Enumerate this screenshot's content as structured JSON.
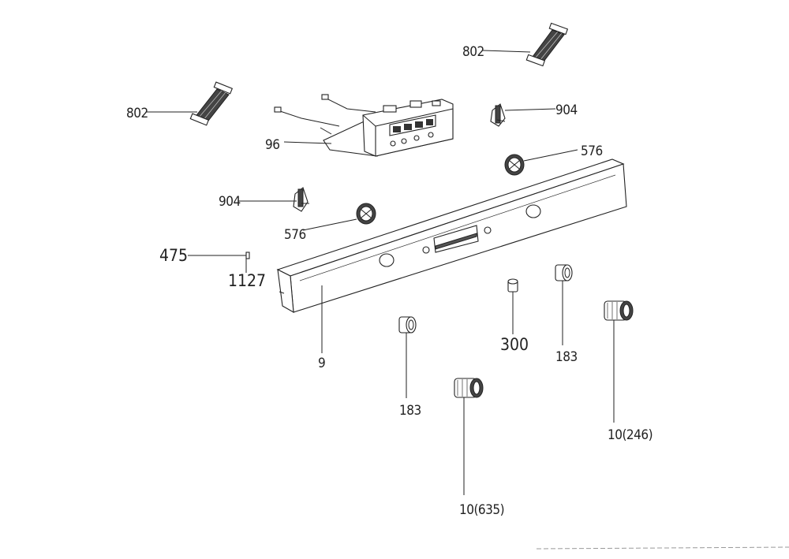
{
  "callouts": {
    "c802_top": "802",
    "c802_left": "802",
    "c904_right": "904",
    "c96": "96",
    "c576_right": "576",
    "c904_left": "904",
    "c576_left": "576",
    "c475": "475",
    "c1127": "1127",
    "c9": "9",
    "c300": "300",
    "c183_right": "183",
    "c183_left": "183",
    "c10_246": "10(246)",
    "c10_635": "10(635)"
  }
}
